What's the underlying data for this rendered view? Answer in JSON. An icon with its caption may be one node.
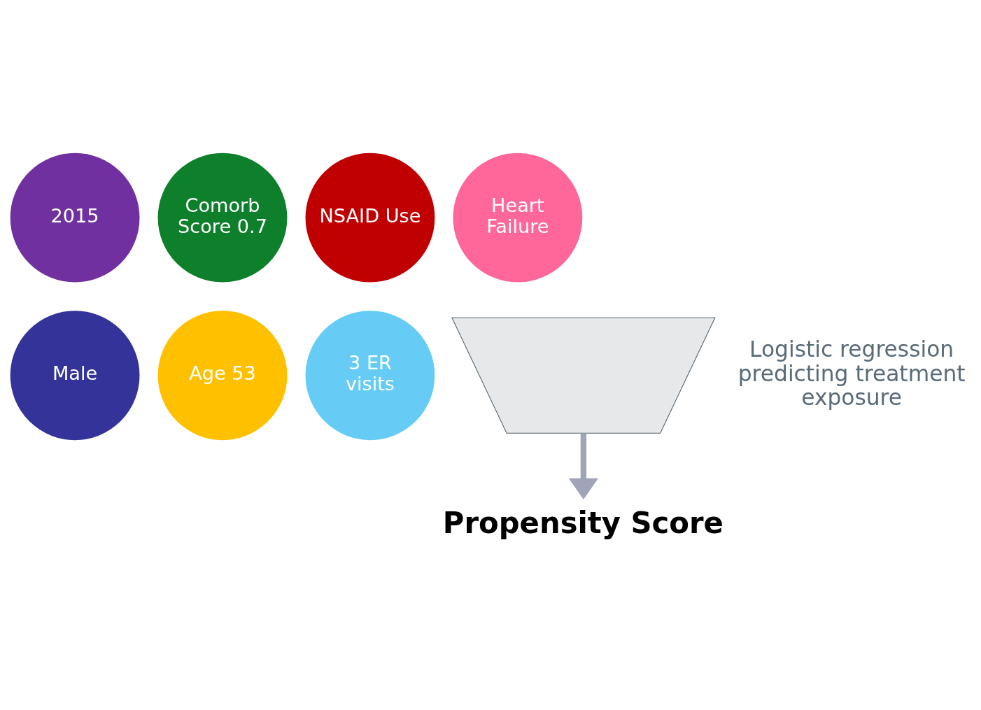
{
  "diagram": {
    "nodes": [
      {
        "text": [
          "2015"
        ]
      },
      {
        "text": [
          "Comorb Score 0.7"
        ]
      },
      {
        "text": [
          "NSAID Use"
        ]
      },
      {
        "text": [
          "Heart Failure"
        ]
      },
      {
        "text": [
          "Male"
        ]
      },
      {
        "text": [
          "Age 53"
        ]
      },
      {
        "text": [
          "3 ER visits"
        ]
      },
      {
        "text": [],
        "shape": "funnel"
      },
      {
        "text": [
          "Propensity Score"
        ]
      }
    ],
    "edges": [
      {
        "from": 7,
        "to": 8,
        "arrow": "to",
        "color": "#a0a4b8"
      }
    ],
    "labels": [
      "Logistic regression predicting treatment exposure"
    ]
  }
}
